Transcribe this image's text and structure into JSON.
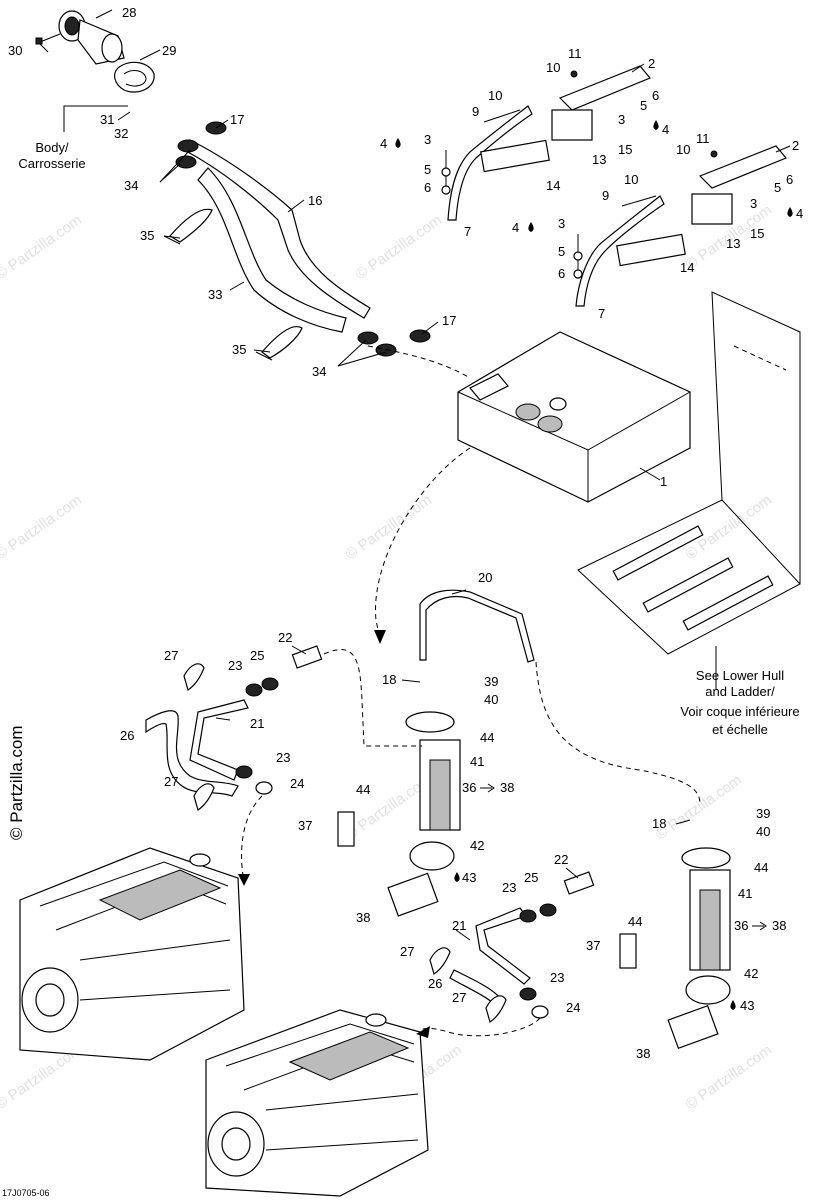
{
  "notes": {
    "body_l1": "Body/",
    "body_l2": "Carrosserie",
    "hull_l1": "See Lower Hull",
    "hull_l2": "and Ladder/",
    "hull_l3": "Voir coque inférieure",
    "hull_l4": "et échelle"
  },
  "drawing_code": "17J0705-06",
  "watermark": "© Partzilla.com",
  "icons": {
    "oil_drop": "oil-drop-icon",
    "arrow": "arrow-icon"
  },
  "callouts": {
    "c1": "1",
    "c2a": "2",
    "c2b": "2",
    "c3a": "3",
    "c3b": "3",
    "c3c": "3",
    "c3d": "3",
    "c4a": "4",
    "c4b": "4",
    "c4c": "4",
    "c4d": "4",
    "c5a": "5",
    "c5b": "5",
    "c5c": "5",
    "c5d": "5",
    "c6a": "6",
    "c6b": "6",
    "c6c": "6",
    "c6d": "6",
    "c7a": "7",
    "c7b": "7",
    "c9a": "9",
    "c9b": "9",
    "c10a": "10",
    "c10b": "10",
    "c10c": "10",
    "c10d": "10",
    "c11a": "11",
    "c11b": "11",
    "c13a": "13",
    "c13b": "13",
    "c14a": "14",
    "c14b": "14",
    "c15a": "15",
    "c15b": "15",
    "c16": "16",
    "c17a": "17",
    "c17b": "17",
    "c18a": "18",
    "c18b": "18",
    "c20": "20",
    "c21a": "21",
    "c21b": "21",
    "c22a": "22",
    "c22b": "22",
    "c23a": "23",
    "c23b": "23",
    "c23c": "23",
    "c23d": "23",
    "c24a": "24",
    "c24b": "24",
    "c25a": "25",
    "c25b": "25",
    "c26a": "26",
    "c26b": "26",
    "c27a": "27",
    "c27b": "27",
    "c27c": "27",
    "c27d": "27",
    "c28": "28",
    "c29": "29",
    "c30": "30",
    "c31": "31",
    "c32": "32",
    "c33": "33",
    "c34a": "34",
    "c34b": "34",
    "c35a": "35",
    "c35b": "35",
    "c36a": "36",
    "c38r1": "38",
    "c36b": "36",
    "c38r2": "38",
    "c37a": "37",
    "c37b": "37",
    "c38a": "38",
    "c38b": "38",
    "c39a": "39",
    "c39b": "39",
    "c40a": "40",
    "c40b": "40",
    "c41a": "41",
    "c41b": "41",
    "c42a": "42",
    "c42b": "42",
    "c43a": "43",
    "c43b": "43",
    "c44a": "44",
    "c44b": "44",
    "c44c": "44",
    "c44d": "44"
  }
}
